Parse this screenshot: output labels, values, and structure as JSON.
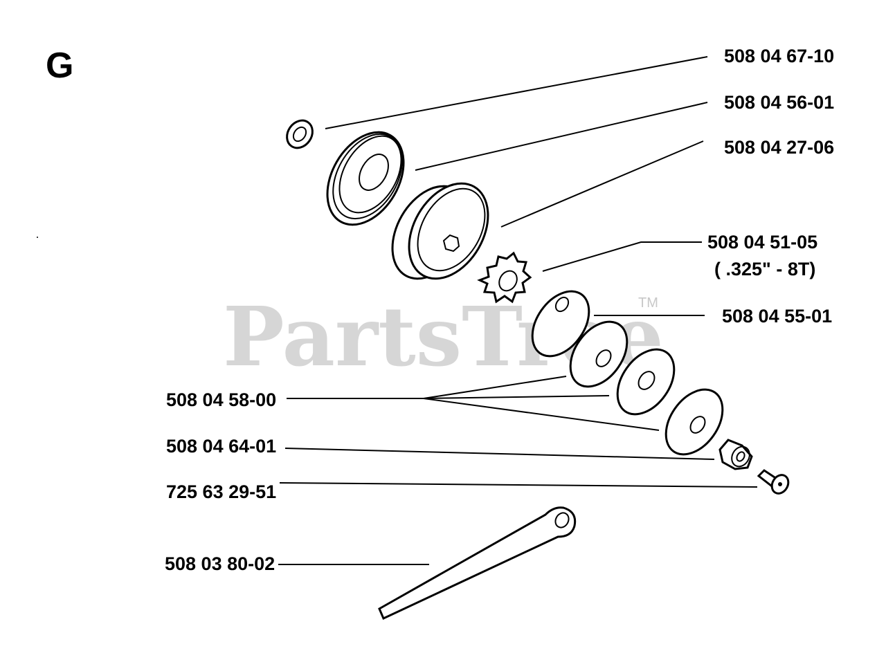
{
  "diagram": {
    "section": "G",
    "watermark": "PartsTree",
    "watermark_mark": "TM",
    "parts": [
      {
        "id": "washer-small",
        "number": "508 04 67-10"
      },
      {
        "id": "clutch-cover",
        "number": "508 04 56-01"
      },
      {
        "id": "clutch-drum",
        "number": "508 04 27-06"
      },
      {
        "id": "sprocket",
        "number": "508 04 51-05",
        "note": "( .325\" - 8T)"
      },
      {
        "id": "washer-a",
        "number": "508 04 55-01"
      },
      {
        "id": "washers",
        "number": "508 04 58-00"
      },
      {
        "id": "bearing",
        "number": "508 04 64-01"
      },
      {
        "id": "screw",
        "number": "725 63 29-51"
      },
      {
        "id": "wrench",
        "number": "508 03 80-02"
      }
    ]
  }
}
